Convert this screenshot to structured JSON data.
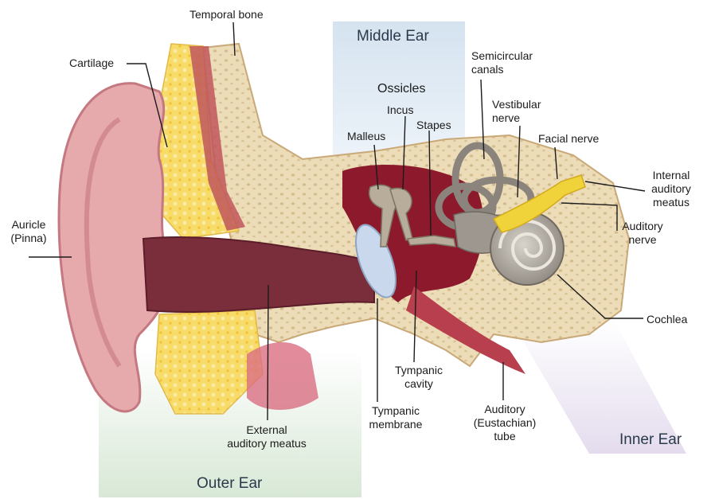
{
  "regions": {
    "outer": "Outer Ear",
    "middle": "Middle Ear",
    "inner": "Inner Ear"
  },
  "labels": {
    "temporal_bone": "Temporal bone",
    "cartilage": "Cartilage",
    "auricle": "Auricle\n(Pinna)",
    "external_meatus": "External\nauditory meatus",
    "ossicles": "Ossicles",
    "incus": "Incus",
    "malleus": "Malleus",
    "stapes": "Stapes",
    "semicircular_canals": "Semicircular\ncanals",
    "vestibular_nerve": "Vestibular\nnerve",
    "facial_nerve": "Facial nerve",
    "internal_meatus": "Internal\nauditory\nmeatus",
    "auditory_nerve": "Auditory\nnerve",
    "cochlea": "Cochlea",
    "tympanic_cavity": "Tympanic\ncavity",
    "tympanic_membrane": "Tympanic\nmembrane",
    "eustachian_tube": "Auditory\n(Eustachian)\ntube"
  },
  "colors": {
    "outer_band": "#e3ece3",
    "middle_band": "#dfe8f1",
    "inner_band": "#ece7f0",
    "skin": "#e4a3a7",
    "skin_dark": "#c97c84",
    "canal": "#7a2e3c",
    "bone": "#efe1c1",
    "fat": "#f5d35a",
    "cavity": "#8c1a2c",
    "membrane": "#c9d8ec",
    "ossicle": "#b7ad9a",
    "cochlea": "#a39e97",
    "nerve": "#f0d33a",
    "leader": "#1b1b1b"
  }
}
